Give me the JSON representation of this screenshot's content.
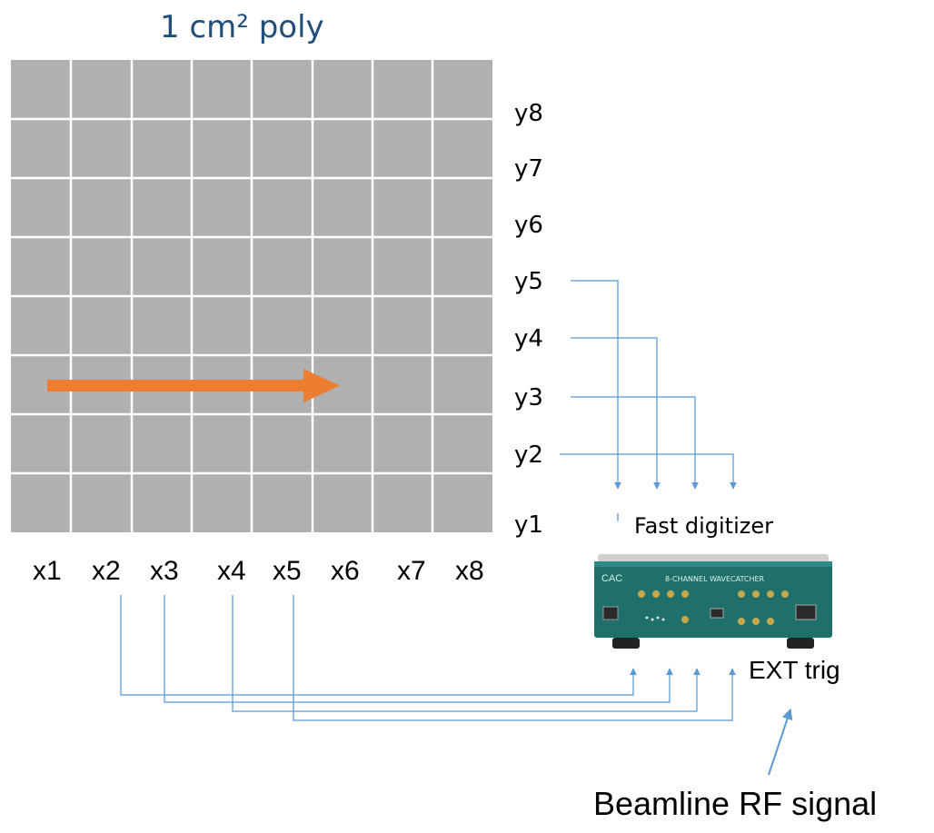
{
  "title": "1 cm² poly",
  "grid": {
    "rows": 8,
    "cols": 8,
    "cell_color": "#b0b0b0",
    "line_color": "#ffffff"
  },
  "arrow": {
    "color": "#ed7d31",
    "row": 5,
    "from_col": 0.5,
    "to_col": 5.5
  },
  "y_labels": [
    "y8",
    "y7",
    "y6",
    "y5",
    "y4",
    "y3",
    "y2",
    "y1"
  ],
  "x_labels": [
    "x1",
    "x2",
    "x3",
    "x4",
    "x5",
    "x6",
    "x7",
    "x8"
  ],
  "digitizer": {
    "label": "Fast digitizer",
    "device_title": "8-CHANNEL WAVECATCHER",
    "body_color": "#1f6f6a"
  },
  "ext_trig": "EXT trig",
  "rf_label": "Beamline RF signal",
  "wire_color": "#5b9bd5",
  "y_connections": [
    "y5",
    "y4",
    "y3",
    "y2"
  ],
  "x_connections": [
    "x2",
    "x3",
    "x4",
    "x5"
  ]
}
